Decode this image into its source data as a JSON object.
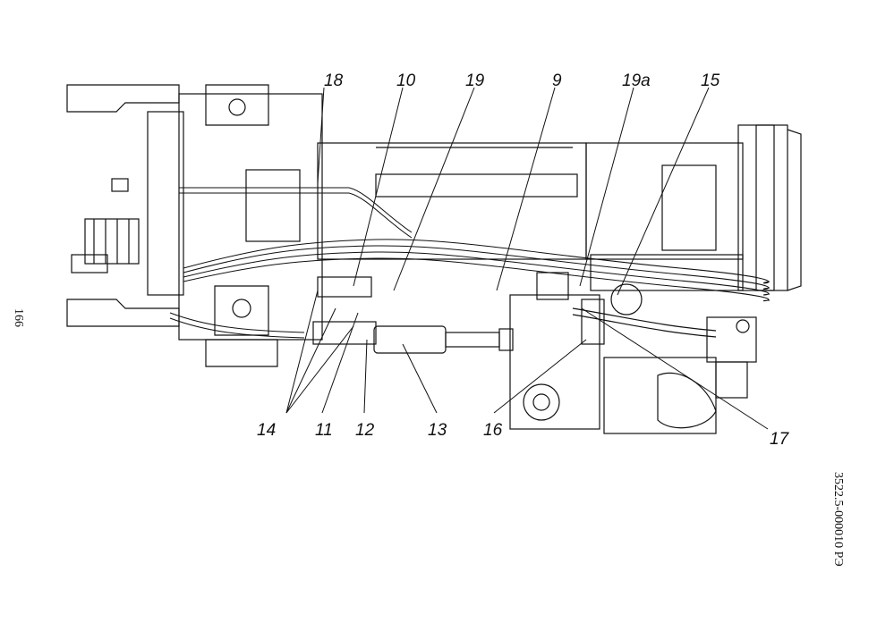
{
  "page": {
    "page_number": "166",
    "document_code": "3522.5-000010 РЭ"
  },
  "callouts": [
    "18",
    "10",
    "19",
    "9",
    "19a",
    "15",
    "14",
    "11",
    "12",
    "13",
    "16",
    "17"
  ],
  "colors": {
    "ink": "#111111",
    "paper": "#ffffff"
  }
}
